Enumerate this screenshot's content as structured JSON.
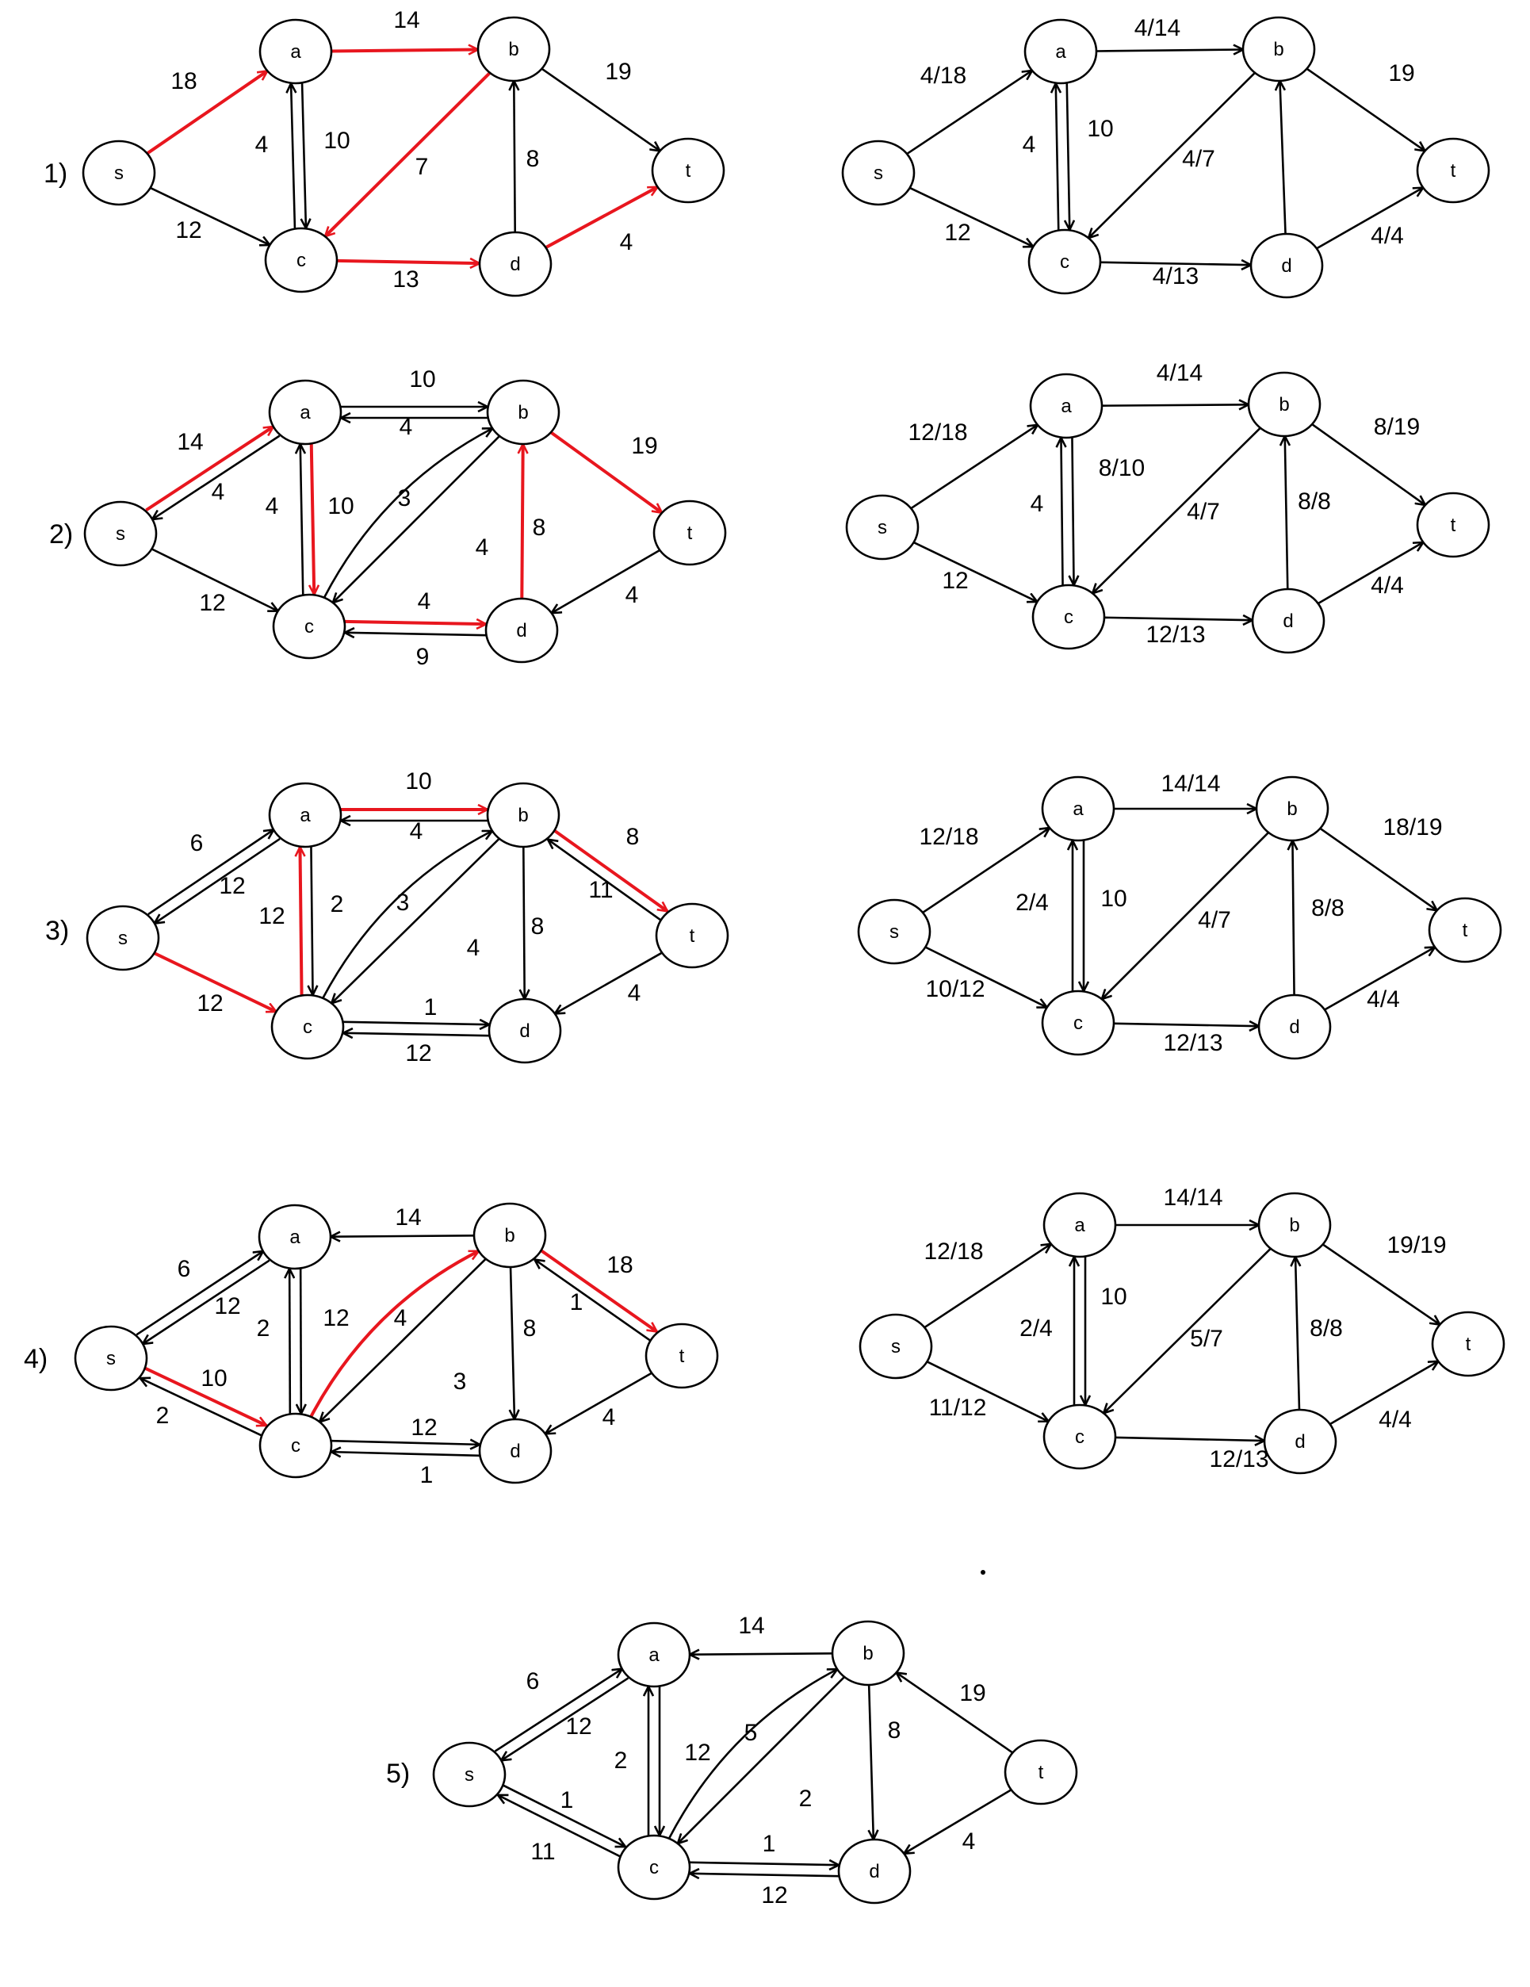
{
  "colors": {
    "black": "#000000",
    "red": "#e8161e"
  },
  "steps": [
    "1)",
    "2)",
    "3)",
    "4)",
    "5)"
  ],
  "nodes": [
    "s",
    "a",
    "b",
    "c",
    "d",
    "t"
  ],
  "graphs": [
    {
      "id": "g1",
      "edges": [
        {
          "from": "s",
          "to": "a",
          "label": "18",
          "red": true
        },
        {
          "from": "s",
          "to": "c",
          "label": "12"
        },
        {
          "from": "a",
          "to": "b",
          "label": "14",
          "red": true
        },
        {
          "from": "c",
          "to": "a",
          "label": "4",
          "off": -7
        },
        {
          "from": "a",
          "to": "c",
          "label": "10",
          "off": -7
        },
        {
          "from": "b",
          "to": "c",
          "label": "7",
          "red": true
        },
        {
          "from": "b",
          "to": "t",
          "label": "19"
        },
        {
          "from": "c",
          "to": "d",
          "label": "13",
          "red": true
        },
        {
          "from": "d",
          "to": "b",
          "label": "8"
        },
        {
          "from": "d",
          "to": "t",
          "label": "4",
          "red": true
        }
      ]
    },
    {
      "id": "f1",
      "edges": [
        {
          "from": "s",
          "to": "a",
          "label": "4/18"
        },
        {
          "from": "s",
          "to": "c",
          "label": "12"
        },
        {
          "from": "a",
          "to": "b",
          "label": "4/14"
        },
        {
          "from": "c",
          "to": "a",
          "label": "4",
          "off": -7
        },
        {
          "from": "a",
          "to": "c",
          "label": "10",
          "off": -7
        },
        {
          "from": "b",
          "to": "c",
          "label": "4/7"
        },
        {
          "from": "b",
          "to": "t",
          "label": "19"
        },
        {
          "from": "c",
          "to": "d",
          "label": "4/13"
        },
        {
          "from": "d",
          "to": "b",
          "label": ""
        },
        {
          "from": "d",
          "to": "t",
          "label": "4/4"
        }
      ]
    },
    {
      "id": "g2",
      "edges": [
        {
          "from": "s",
          "to": "a",
          "label": "14",
          "red": true,
          "off": -7
        },
        {
          "from": "a",
          "to": "s",
          "label": "4",
          "off": -7
        },
        {
          "from": "s",
          "to": "c",
          "label": "12"
        },
        {
          "from": "a",
          "to": "b",
          "label": "10",
          "off": -7
        },
        {
          "from": "b",
          "to": "a",
          "label": "4",
          "off": -7
        },
        {
          "from": "c",
          "to": "a",
          "label": "4",
          "off": -7
        },
        {
          "from": "a",
          "to": "c",
          "label": "10",
          "red": true,
          "off": -7
        },
        {
          "from": "b",
          "to": "c",
          "label": "3"
        },
        {
          "from": "c",
          "to": "b",
          "label": "4",
          "curve": -60
        },
        {
          "from": "b",
          "to": "t",
          "label": "19",
          "red": true
        },
        {
          "from": "c",
          "to": "d",
          "label": "9",
          "red": true,
          "off": -7
        },
        {
          "from": "d",
          "to": "c",
          "label": "4",
          "off": -7
        },
        {
          "from": "d",
          "to": "b",
          "label": "8",
          "red": true
        },
        {
          "from": "t",
          "to": "d",
          "label": "4"
        }
      ]
    },
    {
      "id": "f2",
      "edges": [
        {
          "from": "s",
          "to": "a",
          "label": "12/18"
        },
        {
          "from": "s",
          "to": "c",
          "label": "12"
        },
        {
          "from": "a",
          "to": "b",
          "label": "4/14"
        },
        {
          "from": "c",
          "to": "a",
          "label": "4",
          "off": -7
        },
        {
          "from": "a",
          "to": "c",
          "label": "8/10",
          "off": -7
        },
        {
          "from": "b",
          "to": "c",
          "label": "4/7"
        },
        {
          "from": "b",
          "to": "t",
          "label": "8/19"
        },
        {
          "from": "c",
          "to": "d",
          "label": "12/13"
        },
        {
          "from": "d",
          "to": "b",
          "label": "8/8"
        },
        {
          "from": "d",
          "to": "t",
          "label": "4/4"
        }
      ]
    },
    {
      "id": "g3",
      "edges": [
        {
          "from": "s",
          "to": "a",
          "label": "6",
          "off": -7
        },
        {
          "from": "a",
          "to": "s",
          "label": "12",
          "off": -7
        },
        {
          "from": "s",
          "to": "c",
          "label": "12",
          "red": true
        },
        {
          "from": "a",
          "to": "b",
          "label": "10",
          "red": true,
          "off": -7
        },
        {
          "from": "b",
          "to": "a",
          "label": "4",
          "off": -7
        },
        {
          "from": "c",
          "to": "a",
          "label": "12",
          "red": true,
          "off": -7
        },
        {
          "from": "a",
          "to": "c",
          "label": "2",
          "off": -7
        },
        {
          "from": "b",
          "to": "c",
          "label": "3"
        },
        {
          "from": "c",
          "to": "b",
          "label": "4",
          "curve": -60
        },
        {
          "from": "b",
          "to": "t",
          "label": "11",
          "red": true,
          "off": -7
        },
        {
          "from": "t",
          "to": "b",
          "label": "8",
          "off": -7
        },
        {
          "from": "c",
          "to": "d",
          "label": "1",
          "off": -7
        },
        {
          "from": "d",
          "to": "c",
          "label": "12",
          "off": -7
        },
        {
          "from": "b",
          "to": "d",
          "label": "8"
        },
        {
          "from": "t",
          "to": "d",
          "label": "4"
        }
      ]
    },
    {
      "id": "f3",
      "edges": [
        {
          "from": "s",
          "to": "a",
          "label": "12/18"
        },
        {
          "from": "s",
          "to": "c",
          "label": "10/12"
        },
        {
          "from": "a",
          "to": "b",
          "label": "14/14"
        },
        {
          "from": "c",
          "to": "a",
          "label": "2/4",
          "off": -7
        },
        {
          "from": "a",
          "to": "c",
          "label": "10",
          "off": -7
        },
        {
          "from": "b",
          "to": "c",
          "label": "4/7"
        },
        {
          "from": "b",
          "to": "t",
          "label": "18/19"
        },
        {
          "from": "c",
          "to": "d",
          "label": "12/13"
        },
        {
          "from": "d",
          "to": "b",
          "label": "8/8"
        },
        {
          "from": "d",
          "to": "t",
          "label": "4/4"
        }
      ]
    },
    {
      "id": "g4",
      "edges": [
        {
          "from": "s",
          "to": "a",
          "label": "6",
          "off": -7
        },
        {
          "from": "a",
          "to": "s",
          "label": "12",
          "off": -7
        },
        {
          "from": "s",
          "to": "c",
          "label": "2",
          "red": true,
          "off": -7
        },
        {
          "from": "c",
          "to": "s",
          "label": "10",
          "off": -7
        },
        {
          "from": "b",
          "to": "a",
          "label": "14"
        },
        {
          "from": "c",
          "to": "a",
          "label": "2",
          "off": -7
        },
        {
          "from": "a",
          "to": "c",
          "label": "12",
          "off": -7
        },
        {
          "from": "b",
          "to": "c",
          "label": "4"
        },
        {
          "from": "c",
          "to": "b",
          "label": "3",
          "red": true,
          "curve": -60
        },
        {
          "from": "b",
          "to": "t",
          "label": "1",
          "red": true,
          "off": -7
        },
        {
          "from": "t",
          "to": "b",
          "label": "18",
          "off": -7
        },
        {
          "from": "d",
          "to": "c",
          "label": "12",
          "off": -7
        },
        {
          "from": "c",
          "to": "d",
          "label": "1",
          "off": -7
        },
        {
          "from": "b",
          "to": "d",
          "label": "8"
        },
        {
          "from": "t",
          "to": "d",
          "label": "4"
        }
      ]
    },
    {
      "id": "f4",
      "edges": [
        {
          "from": "s",
          "to": "a",
          "label": "12/18"
        },
        {
          "from": "s",
          "to": "c",
          "label": "11/12"
        },
        {
          "from": "a",
          "to": "b",
          "label": "14/14"
        },
        {
          "from": "c",
          "to": "a",
          "label": "2/4",
          "off": -7
        },
        {
          "from": "a",
          "to": "c",
          "label": "10",
          "off": -7
        },
        {
          "from": "b",
          "to": "c",
          "label": "5/7"
        },
        {
          "from": "b",
          "to": "t",
          "label": "19/19"
        },
        {
          "from": "c",
          "to": "d",
          "label": "12/13"
        },
        {
          "from": "d",
          "to": "b",
          "label": "8/8"
        },
        {
          "from": "d",
          "to": "t",
          "label": "4/4"
        }
      ]
    },
    {
      "id": "g5",
      "edges": [
        {
          "from": "s",
          "to": "a",
          "label": "6",
          "off": -7
        },
        {
          "from": "a",
          "to": "s",
          "label": "12",
          "off": -7
        },
        {
          "from": "s",
          "to": "c",
          "label": "1",
          "off": -7
        },
        {
          "from": "c",
          "to": "s",
          "label": "11",
          "off": -7
        },
        {
          "from": "b",
          "to": "a",
          "label": "14"
        },
        {
          "from": "c",
          "to": "a",
          "label": "2",
          "off": -7
        },
        {
          "from": "a",
          "to": "c",
          "label": "12",
          "off": -7
        },
        {
          "from": "b",
          "to": "c",
          "label": "5"
        },
        {
          "from": "c",
          "to": "b",
          "label": "2",
          "curve": -60
        },
        {
          "from": "t",
          "to": "b",
          "label": "19"
        },
        {
          "from": "c",
          "to": "d",
          "label": "1",
          "off": -7
        },
        {
          "from": "d",
          "to": "c",
          "label": "12",
          "off": -7
        },
        {
          "from": "b",
          "to": "d",
          "label": "8"
        },
        {
          "from": "t",
          "to": "d",
          "label": "4"
        }
      ]
    }
  ]
}
